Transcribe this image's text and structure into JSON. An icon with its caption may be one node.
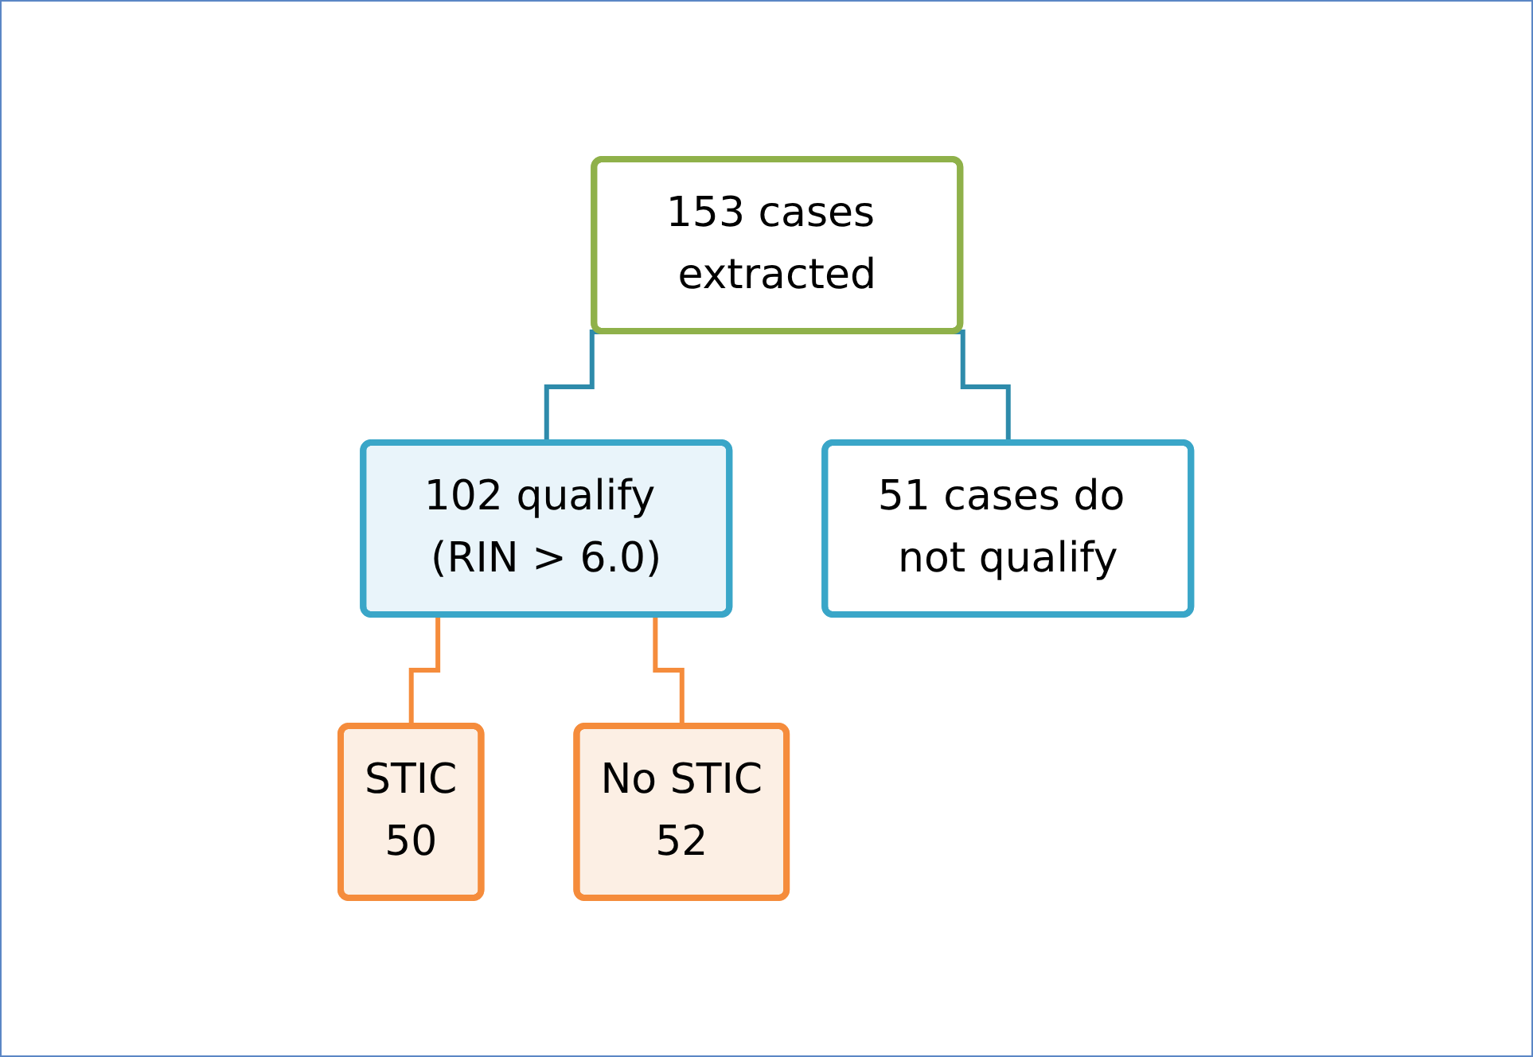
{
  "diagram": {
    "nodes": [
      {
        "text": [
          "153 cases extracted"
        ]
      },
      {
        "text": [
          "102 qualify (RIN > 6.0)"
        ]
      },
      {
        "text": [
          "51 cases do not qualify"
        ]
      },
      {
        "text": [
          "STIC",
          "50"
        ]
      },
      {
        "text": [
          "No STIC",
          "52"
        ]
      }
    ],
    "edges": [
      {
        "from": 0,
        "to": 1,
        "arrow": "none"
      },
      {
        "from": 0,
        "to": 2,
        "arrow": "none"
      },
      {
        "from": 1,
        "to": 3,
        "arrow": "none",
        "color": "#f58c3c"
      },
      {
        "from": 1,
        "to": 4,
        "arrow": "none",
        "color": "#f58c3c"
      }
    ]
  }
}
